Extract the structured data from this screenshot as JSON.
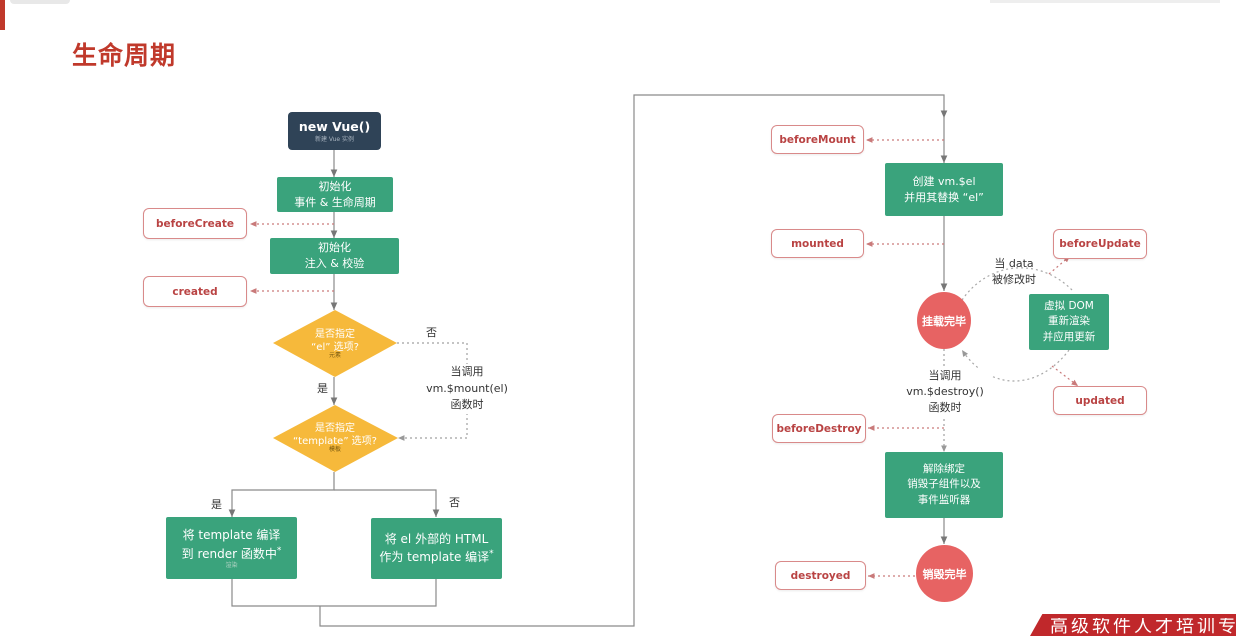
{
  "title": "生命周期",
  "nodes": {
    "new_vue": {
      "label": "new Vue()",
      "sub": "新建 Vue 实例"
    },
    "init_events": {
      "line1": "初始化",
      "line2": "事件 & 生命周期"
    },
    "init_inject": {
      "line1": "初始化",
      "line2": "注入 & 校验"
    },
    "decision_el": {
      "line1": "是否指定",
      "line2": "“el” 选项?",
      "sub": "元素"
    },
    "decision_template": {
      "line1": "是否指定",
      "line2": "“template” 选项?",
      "sub": "模板"
    },
    "compile_template": {
      "line1": "将 template 编译",
      "line2": "到 render 函数中",
      "mark": "*",
      "sub": "渲染"
    },
    "compile_outer": {
      "line1": "将 el 外部的 HTML",
      "line2": "作为 template 编译",
      "mark": "*"
    },
    "create_el": {
      "line1": "创建 vm.$el",
      "line2": "并用其替换 “el”"
    },
    "mounted_circle": {
      "label": "挂载完毕"
    },
    "virtual_dom": {
      "line1": "虚拟 DOM",
      "line2": "重新渲染",
      "line3": "并应用更新"
    },
    "teardown": {
      "line1": "解除绑定",
      "line2": "销毁子组件以及",
      "line3": "事件监听器"
    },
    "destroyed_circle": {
      "label": "销毁完毕"
    }
  },
  "hooks": {
    "before_create": "beforeCreate",
    "created": "created",
    "before_mount": "beforeMount",
    "mounted": "mounted",
    "before_update": "beforeUpdate",
    "updated": "updated",
    "before_destroy": "beforeDestroy",
    "destroyed": "destroyed"
  },
  "labels": {
    "no_el": "否",
    "yes_el": "是",
    "mount_call_1": "当调用",
    "mount_call_2": "vm.$mount(el)",
    "mount_call_3": "函数时",
    "yes_template": "是",
    "no_template": "否",
    "data_change_1": "当 data",
    "data_change_2": "被修改时",
    "destroy_call_1": "当调用",
    "destroy_call_2": "vm.$destroy()",
    "destroy_call_3": "函数时"
  },
  "footer": {
    "brand": "高级软件人才培训专"
  },
  "colors": {
    "title": "#c0392b",
    "process": "#3aa37c",
    "start": "#2f4357",
    "decision": "#f6b93b",
    "hook_border": "#d98a8a",
    "hook_text": "#b94343",
    "circle": "#e76363",
    "connector": "#888888"
  }
}
